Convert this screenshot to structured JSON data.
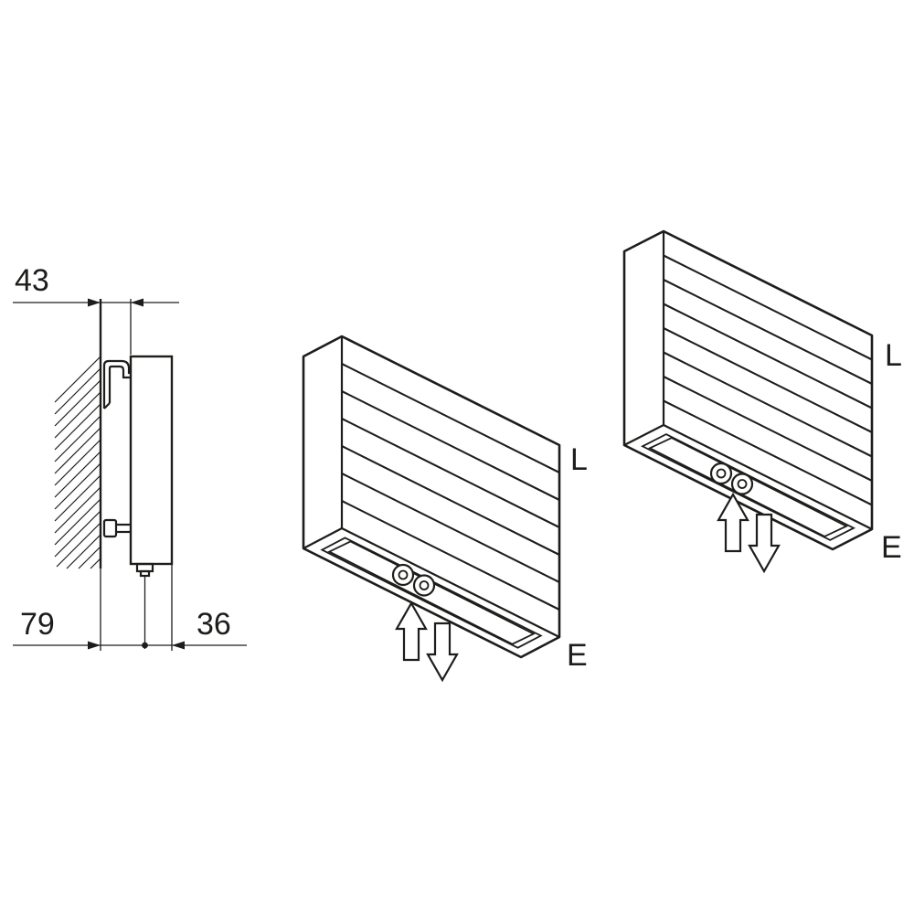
{
  "colors": {
    "line": "#1d1d1b",
    "background": "#ffffff"
  },
  "side_view": {
    "dim_top": "43",
    "dim_bottom_left": "79",
    "dim_bottom_right": "36"
  },
  "radiator_middle": {
    "air_vent_label": "L",
    "drain_label": "E"
  },
  "radiator_right": {
    "air_vent_label": "L",
    "drain_label": "E"
  },
  "icons": {
    "flow_in": "hollow-arrow-up",
    "flow_out": "hollow-arrow-down"
  }
}
